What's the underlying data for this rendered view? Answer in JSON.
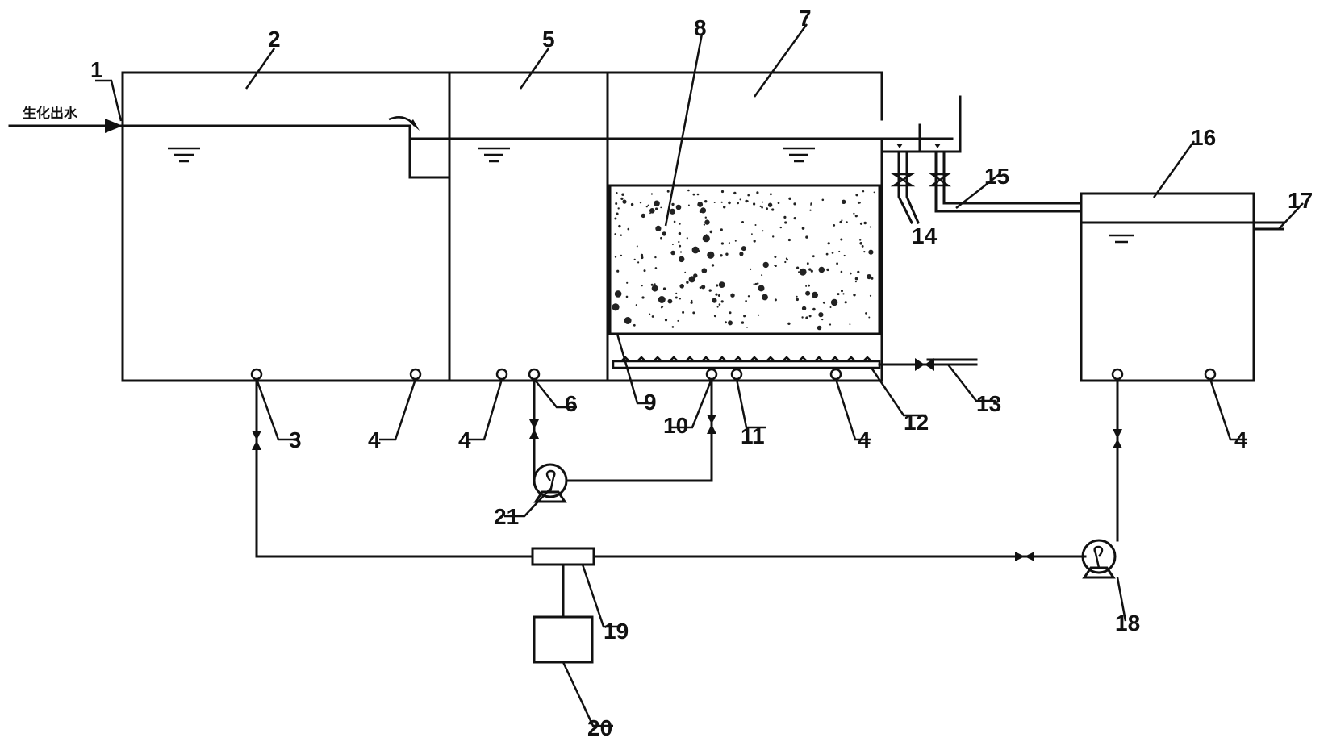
{
  "inlet_text": "生化出水",
  "labels": [
    {
      "id": "L1",
      "text": "1"
    },
    {
      "id": "L2",
      "text": "2"
    },
    {
      "id": "L3",
      "text": "3"
    },
    {
      "id": "L4a",
      "text": "4"
    },
    {
      "id": "L4b",
      "text": "4"
    },
    {
      "id": "L4c",
      "text": "4"
    },
    {
      "id": "L4d",
      "text": "4"
    },
    {
      "id": "L5",
      "text": "5"
    },
    {
      "id": "L6",
      "text": "6"
    },
    {
      "id": "L7",
      "text": "7"
    },
    {
      "id": "L8",
      "text": "8"
    },
    {
      "id": "L9",
      "text": "9"
    },
    {
      "id": "L10",
      "text": "10"
    },
    {
      "id": "L11",
      "text": "11"
    },
    {
      "id": "L12",
      "text": "12"
    },
    {
      "id": "L13",
      "text": "13"
    },
    {
      "id": "L14",
      "text": "14"
    },
    {
      "id": "L15",
      "text": "15"
    },
    {
      "id": "L16",
      "text": "16"
    },
    {
      "id": "L17",
      "text": "17"
    },
    {
      "id": "L18",
      "text": "18"
    },
    {
      "id": "L19",
      "text": "19"
    },
    {
      "id": "L20",
      "text": "20"
    },
    {
      "id": "L21",
      "text": "21"
    }
  ]
}
